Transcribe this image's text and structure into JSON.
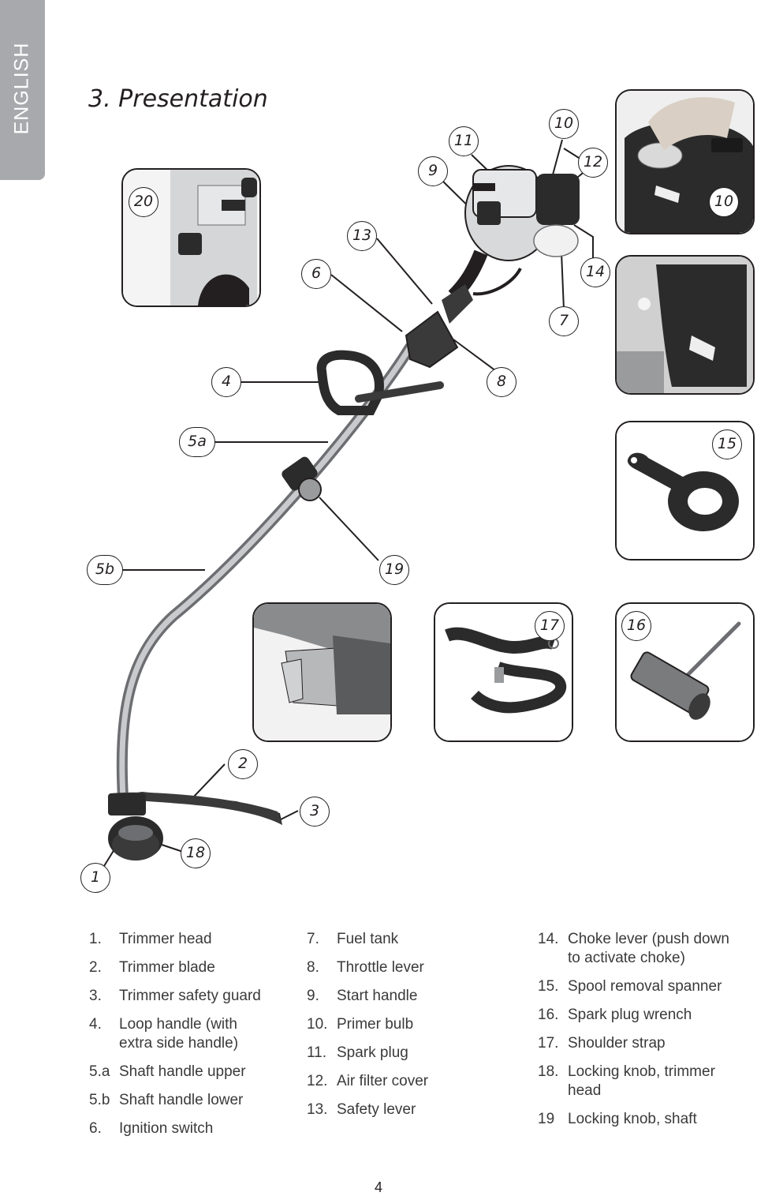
{
  "language_tab": "ENGLISH",
  "section": {
    "number": "3.",
    "title": "Presentation"
  },
  "callouts": {
    "c1": "1",
    "c2": "2",
    "c3": "3",
    "c4": "4",
    "c5a": "5a",
    "c5b": "5b",
    "c6": "6",
    "c7": "7",
    "c8": "8",
    "c9": "9",
    "c10a": "10",
    "c10b": "10",
    "c11": "11",
    "c12": "12",
    "c13": "13",
    "c14": "14",
    "c15": "15",
    "c16": "16",
    "c17": "17",
    "c18": "18",
    "c19": "19",
    "c20": "20"
  },
  "legend": {
    "col1": [
      {
        "num": "1.",
        "text": "Trimmer head"
      },
      {
        "num": "2.",
        "text": "Trimmer blade"
      },
      {
        "num": "3.",
        "text": "Trimmer safety guard"
      },
      {
        "num": "4.",
        "text": "Loop handle (with extra side handle)"
      },
      {
        "num": "5.a",
        "text": "Shaft handle upper"
      },
      {
        "num": "5.b",
        "text": "Shaft handle lower"
      },
      {
        "num": "6.",
        "text": "Ignition switch"
      }
    ],
    "col2": [
      {
        "num": "7.",
        "text": "Fuel tank"
      },
      {
        "num": "8.",
        "text": "Throttle lever"
      },
      {
        "num": "9.",
        "text": "Start handle"
      },
      {
        "num": "10.",
        "text": "Primer bulb"
      },
      {
        "num": "11.",
        "text": "Spark plug"
      },
      {
        "num": "12.",
        "text": "Air filter cover"
      },
      {
        "num": "13.",
        "text": "Safety lever"
      }
    ],
    "col3": [
      {
        "num": "14.",
        "text": "Choke lever (push down to activate choke)"
      },
      {
        "num": "15.",
        "text": "Spool removal spanner"
      },
      {
        "num": "16.",
        "text": "Spark plug wrench"
      },
      {
        "num": "17.",
        "text": "Shoulder strap"
      },
      {
        "num": "18.",
        "text": "Locking knob, trimmer head"
      },
      {
        "num": "19",
        "text": "Locking knob, shaft"
      }
    ]
  },
  "page_number": "4"
}
